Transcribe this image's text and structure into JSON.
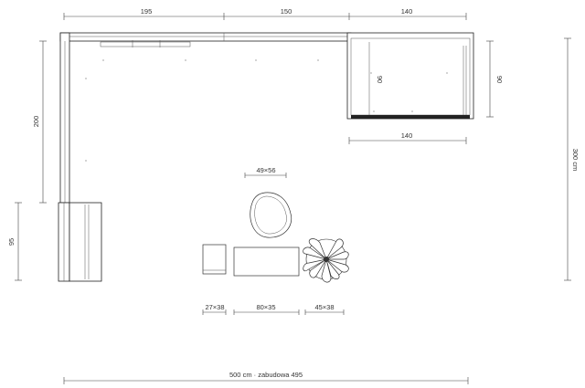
{
  "dimensions": {
    "top_left": "195",
    "top_mid": "150",
    "top_right": "140",
    "cabinet_depth_left": "90",
    "cabinet_depth_right": "90",
    "cabinet_bottom": "140",
    "wall_height_left": "200",
    "lower_left": "95",
    "right_total": "300 cm",
    "bottom_total": "500 cm · zabudowa 495"
  },
  "furniture": {
    "pouf": "49×56",
    "side_table": "27×38",
    "coffee_table": "80×35",
    "plant": "45×38"
  },
  "colors": {
    "line": "#222222",
    "background": "#ffffff"
  }
}
